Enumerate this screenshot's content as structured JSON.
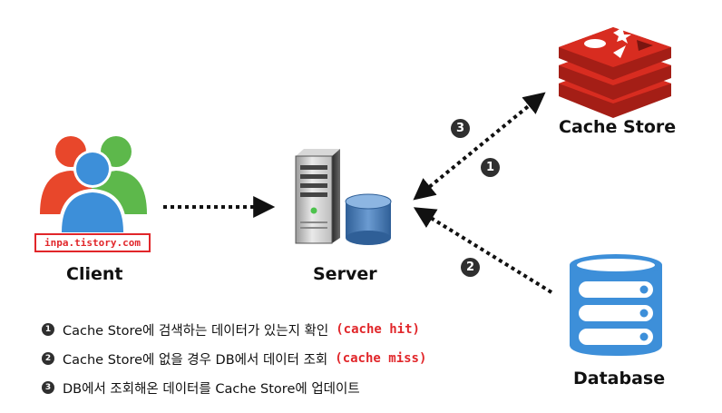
{
  "nodes": {
    "client": {
      "label": "Client",
      "watermark": "inpa.tistory.com"
    },
    "server": {
      "label": "Server"
    },
    "cache_store": {
      "label": "Cache Store"
    },
    "database": {
      "label": "Database"
    }
  },
  "steps": {
    "one": {
      "badge": "1"
    },
    "two": {
      "badge": "2"
    },
    "three": {
      "badge": "3"
    }
  },
  "legend": [
    {
      "num": "1",
      "text": "Cache Store에 검색하는 데이터가 있는지 확인",
      "code": "(cache hit)"
    },
    {
      "num": "2",
      "text": "Cache Store에 없을 경우 DB에서 데이터 조회",
      "code": "(cache miss)"
    },
    {
      "num": "3",
      "text": "DB에서 조회해온 데이터를 Cache Store에 업데이트",
      "code": ""
    }
  ],
  "colors": {
    "redis_red": "#d82c20",
    "database_blue": "#3d8fd9",
    "highlight_red": "#e1262a",
    "user_blue": "#3d8fd9",
    "user_red": "#e8472b",
    "user_green": "#5db84b"
  }
}
